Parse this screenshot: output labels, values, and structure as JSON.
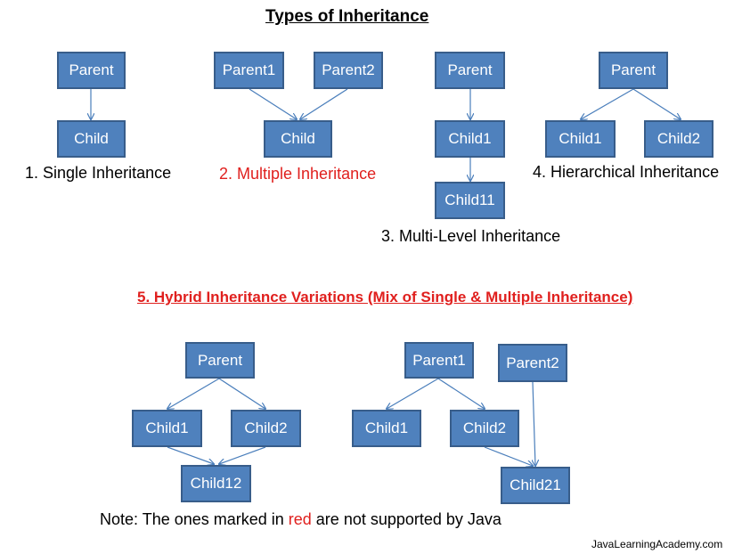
{
  "title": "Types of Inheritance",
  "hybrid_title": "5. Hybrid Inheritance Variations (Mix of Single & Multiple Inheritance)",
  "labels": {
    "single": "1. Single Inheritance",
    "multiple": "2. Multiple Inheritance",
    "multilevel": "3. Multi-Level Inheritance",
    "hierarchical": "4. Hierarchical Inheritance"
  },
  "nodes": {
    "single_parent": "Parent",
    "single_child": "Child",
    "multi_parent1": "Parent1",
    "multi_parent2": "Parent2",
    "multi_child": "Child",
    "ml_parent": "Parent",
    "ml_child1": "Child1",
    "ml_child11": "Child11",
    "hier_parent": "Parent",
    "hier_child1": "Child1",
    "hier_child2": "Child2",
    "hyb1_parent": "Parent",
    "hyb1_child1": "Child1",
    "hyb1_child2": "Child2",
    "hyb1_child12": "Child12",
    "hyb2_parent1": "Parent1",
    "hyb2_parent2": "Parent2",
    "hyb2_child1": "Child1",
    "hyb2_child2": "Child2",
    "hyb2_child21": "Child21"
  },
  "note": {
    "before": "Note: The ones marked in ",
    "red": "red",
    "after": " are not supported by Java"
  },
  "footer": "JavaLearningAcademy.com",
  "colors": {
    "box_fill": "#4f81bd",
    "box_border": "#385d8a",
    "connector": "#4a7ebb",
    "unsupported": "#e0201e"
  }
}
